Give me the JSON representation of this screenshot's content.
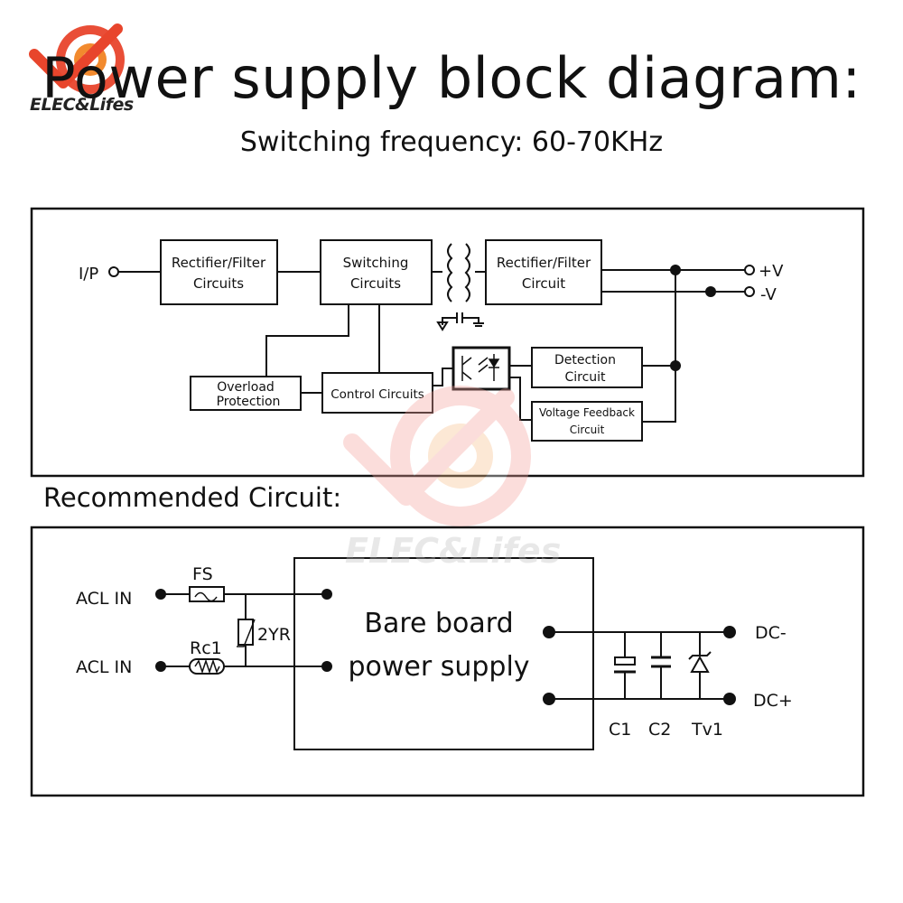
{
  "header": {
    "title": "Power supply block diagram:",
    "subtitle": "Switching frequency: 60-70KHz",
    "logo_text": "ELEC&Lifes"
  },
  "block_diagram": {
    "input_label": "I/P",
    "rectifier_in": [
      "Rectifier/Filter",
      "Circuits"
    ],
    "switching": [
      "Switching",
      "Circuits"
    ],
    "rectifier_out": [
      "Rectifier/Filter",
      "Circuit"
    ],
    "overload": [
      "Overload",
      "Protection"
    ],
    "control": "Control Circuits",
    "detection": [
      "Detection",
      "Circuit"
    ],
    "feedback": [
      "Voltage Feedback",
      "Circuit"
    ],
    "out_pos": "+V",
    "out_neg": "-V"
  },
  "recommended": {
    "section_label": "Recommended Circuit:",
    "acl_in_1": "ACL IN",
    "acl_in_2": "ACL IN",
    "fuse": "FS",
    "varistor": "2YR",
    "thermistor": "Rc1",
    "board": [
      "Bare board",
      "power supply"
    ],
    "dc_neg": "DC-",
    "dc_pos": "DC+",
    "c1": "C1",
    "c2": "C2",
    "tv1": "Tv1"
  },
  "watermark_text": "ELEC&Lifes",
  "colors": {
    "logo_red": "#e8452c",
    "logo_orange": "#f28a2e",
    "line": "#111111",
    "frame": "#111111",
    "background": "#ffffff"
  }
}
